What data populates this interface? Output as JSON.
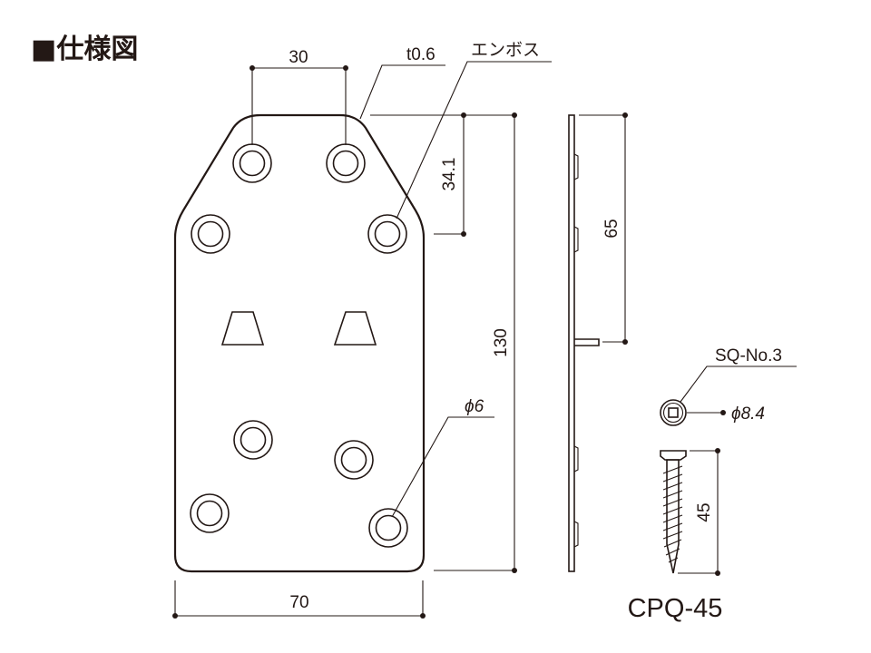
{
  "title": "■仕様図",
  "labels": {
    "dim_hole_pitch": "30",
    "thickness": "t0.6",
    "emboss": "エンボス",
    "dim_34": "34.1",
    "dim_130": "130",
    "dim_65": "65",
    "dim_width": "70",
    "hole_dia": "ϕ6",
    "screw_drive": "SQ-No.3",
    "screw_head_dia": "ϕ8.4",
    "screw_length": "45"
  },
  "model": "CPQ-45"
}
